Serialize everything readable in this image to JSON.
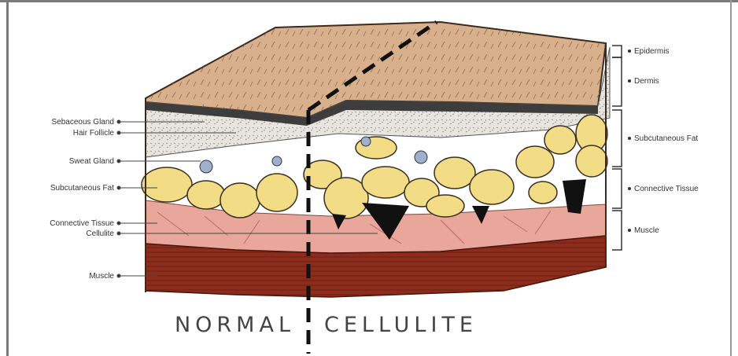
{
  "labels_left": [
    "Sebaceous Gland",
    "Hair Follicle",
    "Sweat Gland",
    "Subcutaneous Fat",
    "Connective Tissue",
    "Cellulite",
    "Muscle"
  ],
  "labels_right": [
    "Epidermis",
    "Dermis",
    "Subcutaneous Fat",
    "Connective Tissue",
    "Muscle"
  ],
  "caption": {
    "left": "NORMAL",
    "right": "CELLULITE"
  },
  "colors": {
    "epidermis": "#d9b08c",
    "dermis": "#e6e2dc",
    "fat": "#f2dc86",
    "connective": "#e9a79c",
    "muscle": "#8d2a1a"
  }
}
